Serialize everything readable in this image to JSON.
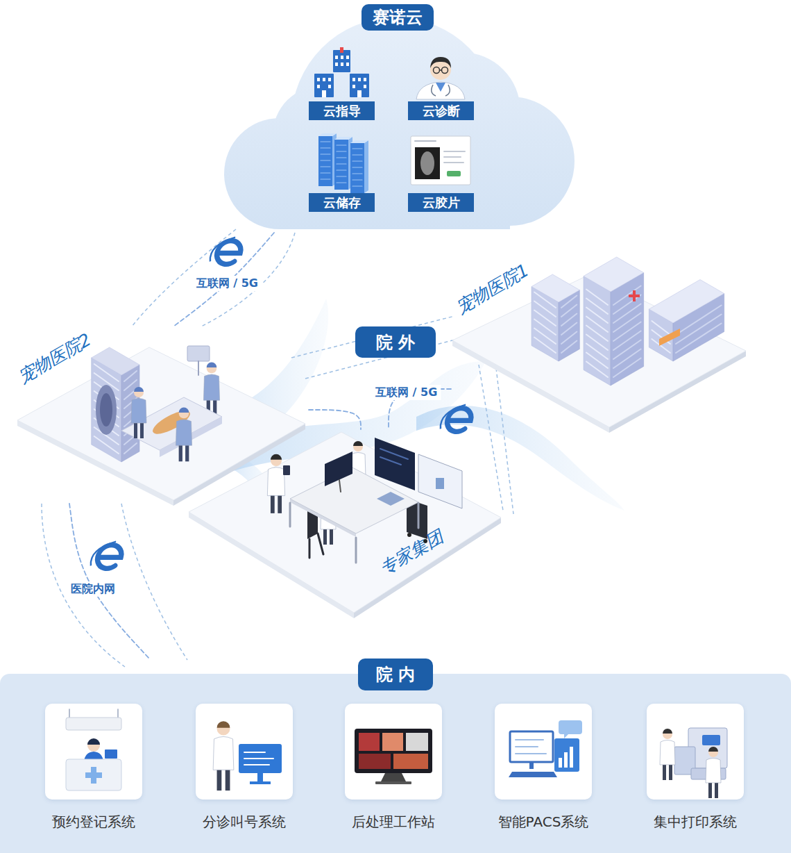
{
  "diagram": {
    "nodes": [
      {
        "text": [
          "赛诺云"
        ]
      },
      {
        "text": [
          "云指导"
        ],
        "in": 0
      },
      {
        "text": [
          "云诊断"
        ],
        "in": 0
      },
      {
        "text": [
          "云储存"
        ],
        "in": 0
      },
      {
        "text": [
          "云胶片"
        ],
        "in": 0
      },
      {
        "text": [
          "宠物医院1"
        ]
      },
      {
        "text": [
          "院外"
        ]
      },
      {
        "text": [
          "宠物医院2"
        ]
      },
      {
        "text": [
          "专家集团"
        ]
      },
      {
        "text": [
          "院内"
        ]
      },
      {
        "text": [
          "预约登记系统"
        ],
        "in": 9
      },
      {
        "text": [
          "分诊叫号系统"
        ],
        "in": 9
      },
      {
        "text": [
          "后处理工作站"
        ],
        "in": 9
      },
      {
        "text": [
          "智能PACS系统"
        ],
        "in": 9
      },
      {
        "text": [
          "集中打印系统"
        ],
        "in": 9
      }
    ],
    "edges": [
      {
        "from": 0,
        "to": 7,
        "arrow": "none",
        "label": "互联网 / 5G"
      },
      {
        "from": 5,
        "to": 8,
        "arrow": "none",
        "label": "互联网 / 5G"
      },
      {
        "from": 7,
        "to": 8,
        "arrow": "none"
      },
      {
        "from": 7,
        "to": 9,
        "arrow": "none",
        "label": "医院内网"
      },
      {
        "from": 10,
        "to": 11,
        "arrow": "to"
      },
      {
        "from": 11,
        "to": 12,
        "arrow": "to"
      },
      {
        "from": 12,
        "to": 13,
        "arrow": "to"
      },
      {
        "from": 13,
        "to": 14,
        "arrow": "to"
      }
    ]
  }
}
